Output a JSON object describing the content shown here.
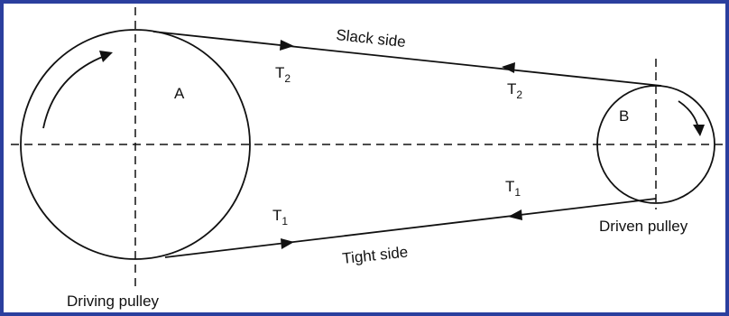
{
  "frame_color": "#2b3f9e",
  "line_color": "#111111",
  "labels": {
    "slack_side": "Slack side",
    "tight_side": "Tight side",
    "pulley_a": "A",
    "pulley_b": "B",
    "driving_pulley": "Driving pulley",
    "driven_pulley": "Driven pulley",
    "t2_upper_left": {
      "base": "T",
      "sub": "2"
    },
    "t2_upper_right": {
      "base": "T",
      "sub": "2"
    },
    "t1_lower_left": {
      "base": "T",
      "sub": "1"
    },
    "t1_lower_right": {
      "base": "T",
      "sub": "1"
    }
  }
}
